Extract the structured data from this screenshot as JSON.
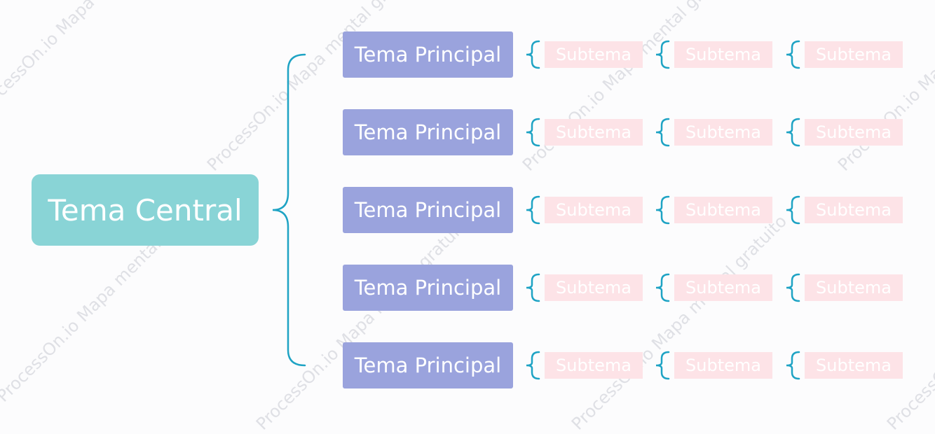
{
  "central_topic": "Tema Central",
  "main_topics": [
    "Tema Principal",
    "Tema Principal",
    "Tema Principal",
    "Tema Principal",
    "Tema Principal"
  ],
  "subtopic_label": "Subtema",
  "subtopics_per_main": 3,
  "watermark": "ProcessOn.io Mapa mental gratuito",
  "colors": {
    "central": "#89d4d6",
    "main": "#9aa3dd",
    "subtopic": "#fde3e7",
    "connector": "#1ea3c4",
    "text": "#ffffff",
    "watermark": "#dfe0e5"
  }
}
